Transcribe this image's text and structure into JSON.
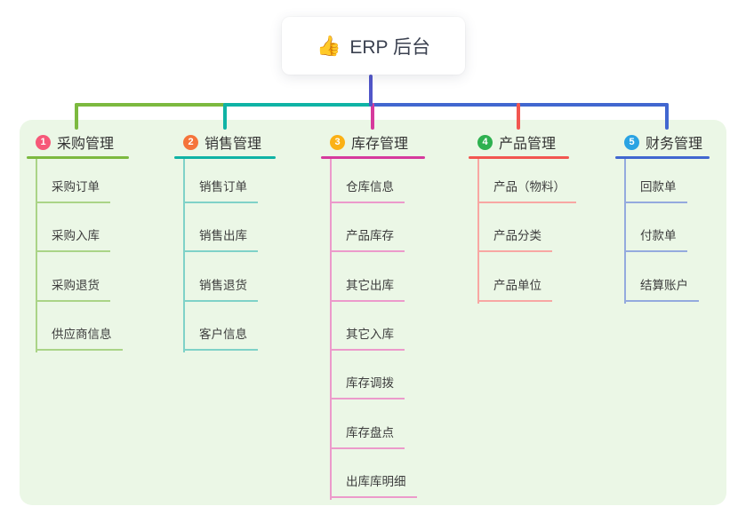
{
  "root": {
    "title": "ERP 后台",
    "emoji": "👍"
  },
  "colors": {
    "page_background": "#ffffff",
    "panel_background": "#ebf7e6",
    "root_card_background": "#ffffff",
    "root_text": "#3b4150",
    "stem": "#5156c9",
    "header_text": "#333333",
    "child_text": "#3d3d3d"
  },
  "branches": [
    {
      "num": "1",
      "label": "采购管理",
      "badge_color": "#f65878",
      "line_color": "#7cb93f",
      "child_line_color": "#aad487",
      "children": [
        "采购订单",
        "采购入库",
        "采购退货",
        "供应商信息"
      ]
    },
    {
      "num": "2",
      "label": "销售管理",
      "badge_color": "#f5743b",
      "line_color": "#0fb3a5",
      "child_line_color": "#7fd2c8",
      "children": [
        "销售订单",
        "销售出库",
        "销售退货",
        "客户信息"
      ]
    },
    {
      "num": "3",
      "label": "库存管理",
      "badge_color": "#fbb116",
      "line_color": "#d63a9d",
      "child_line_color": "#ec9acb",
      "children": [
        "仓库信息",
        "产品库存",
        "其它出库",
        "其它入库",
        "库存调拨",
        "库存盘点",
        "出库库明细"
      ]
    },
    {
      "num": "4",
      "label": "产品管理",
      "badge_color": "#2eb150",
      "line_color": "#f25650",
      "child_line_color": "#f8a7a3",
      "children": [
        "产品（物料）",
        "产品分类",
        "产品单位"
      ]
    },
    {
      "num": "5",
      "label": "财务管理",
      "badge_color": "#2aa3e3",
      "line_color": "#4167d0",
      "child_line_color": "#94aade",
      "children": [
        "回款单",
        "付款单",
        "结算账户"
      ]
    }
  ]
}
